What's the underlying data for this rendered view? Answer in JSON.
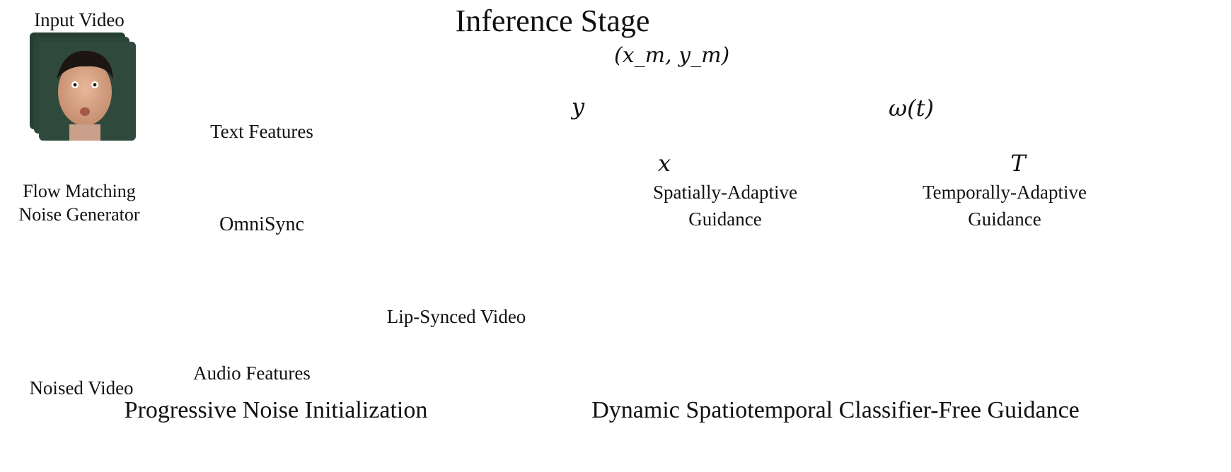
{
  "stage_title": "Inference Stage",
  "left": {
    "input_video_label": "Input Video",
    "flow_matching_line1": "Flow Matching",
    "flow_matching_line2": "Noise Generator",
    "noised_video_label": "Noised Video",
    "text_features_label": "Text Features",
    "audio_features_label": "Audio Features",
    "omnisync_label": "OmniSync",
    "lip_synced_label": "Lip-Synced Video",
    "section_title": "Progressive Noise Initialization"
  },
  "right": {
    "peak_label": "(x_m, y_m)",
    "spatial_y_label": "y",
    "spatial_x_label": "x",
    "spatial_title_line1": "Spatially-Adaptive",
    "spatial_title_line2": "Guidance",
    "temporal_y_label": "ω(t)",
    "temporal_x_label": "T",
    "temporal_title_line1": "Temporally-Adaptive",
    "temporal_title_line2": "Guidance",
    "section_title": "Dynamic Spatiotemporal Classifier-Free Guidance"
  },
  "colors": {
    "text_feature_fill": "#fbe3c6",
    "audio_feature_fill": "#fbd6dc",
    "omnisync_fill": "#fdfde3",
    "curve": "#1f4e96",
    "peak_dot": "#d41c2a",
    "video_bg": "#2f4a3c"
  }
}
